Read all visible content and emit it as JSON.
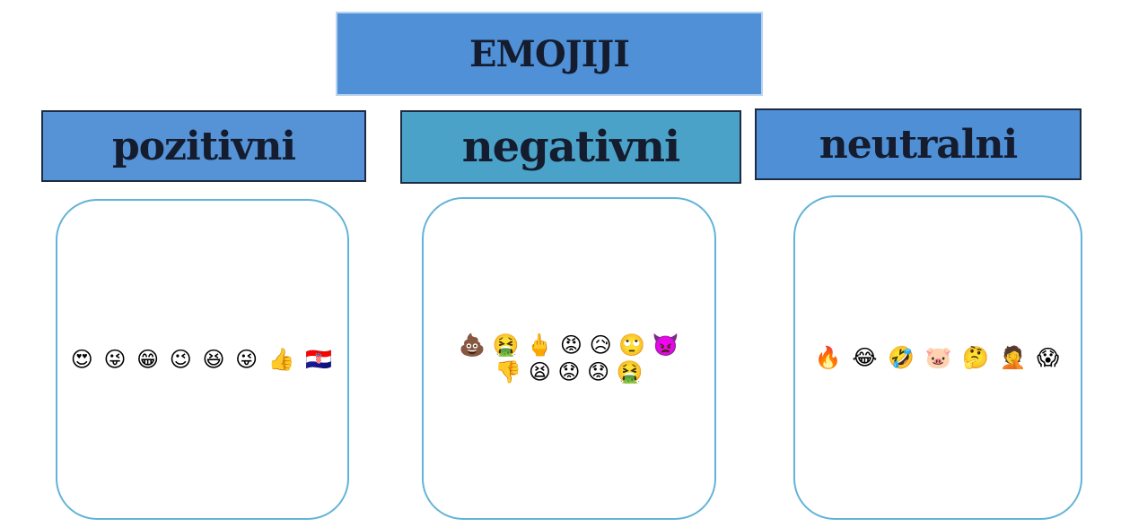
{
  "title": "EMOJIJI",
  "categories": {
    "positive": {
      "label": "pozitivni",
      "emojis": [
        "😍",
        "😜",
        "😁",
        "😉",
        "😆",
        "😜",
        "👍",
        "🇭🇷"
      ]
    },
    "negative": {
      "label": "negativni",
      "emojis": [
        "💩",
        "🤮",
        "🖕",
        "😡",
        "😥",
        "🙄",
        "👿",
        "👎",
        "😫",
        "😟",
        "😟",
        "🤮"
      ]
    },
    "neutral": {
      "label": "neutralni",
      "emojis": [
        "🔥",
        "😂",
        "🤣",
        "🐷",
        "🤔",
        "🤦",
        "😱"
      ]
    }
  },
  "colors": {
    "title_bg": "#4f90d6",
    "positive_bg": "#5592d6",
    "negative_bg": "#4ba2c9",
    "neutral_bg": "#4f8fd6",
    "panel_border": "#62b3d8",
    "text": "#141c2e"
  }
}
